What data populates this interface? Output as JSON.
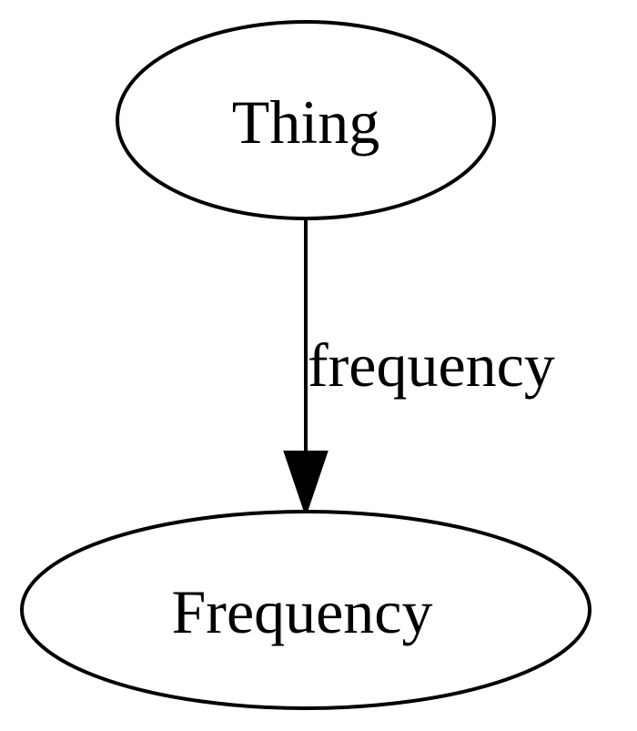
{
  "nodes": {
    "thing": {
      "label": "Thing"
    },
    "frequency": {
      "label": "Frequency"
    }
  },
  "edges": {
    "thing_to_frequency": {
      "label": "frequency"
    }
  }
}
